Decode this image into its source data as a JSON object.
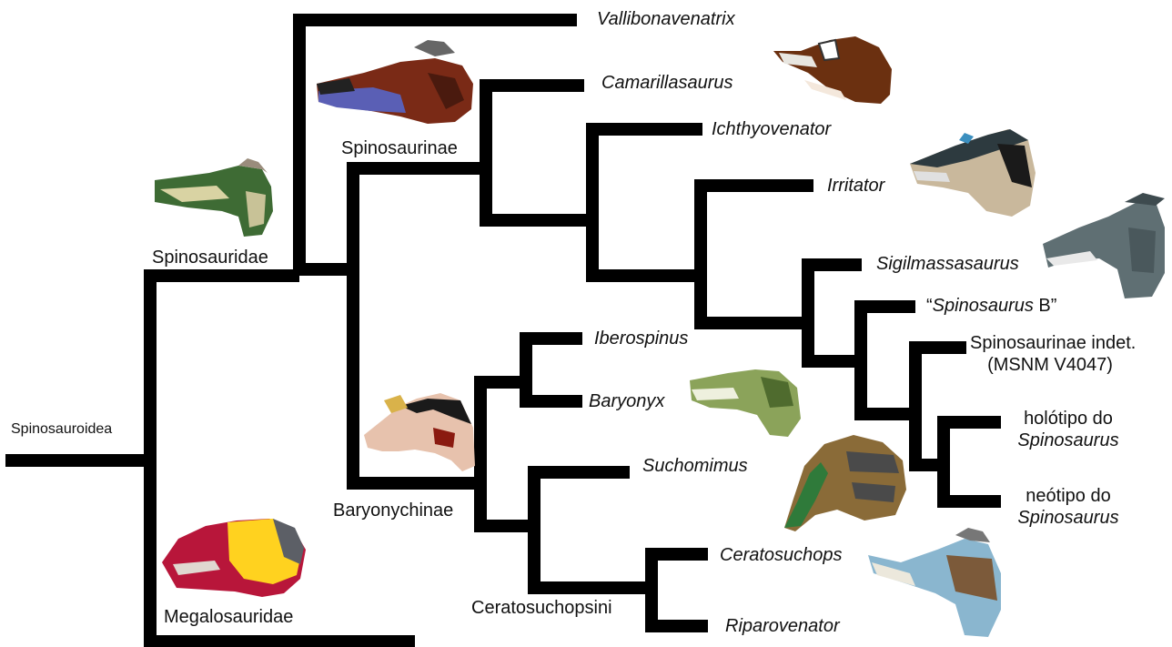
{
  "clades": {
    "spinosauroidea": "Spinosauroidea",
    "spinosauridae": "Spinosauridae",
    "spinosaurinae": "Spinosaurinae",
    "baryonychinae": "Baryonychinae",
    "ceratosuchopsini": "Ceratosuchopsini",
    "megalosauridae": "Megalosauridae"
  },
  "taxa": {
    "vallibonavenatrix": "Vallibonavenatrix",
    "camarillasaurus": "Camarillasaurus",
    "ichthyovenator": "Ichthyovenator",
    "irritator": "Irritator",
    "sigilmassasaurus": "Sigilmassasaurus",
    "spinosaurus_b_open": "“",
    "spinosaurus_b_name": "Spinosaurus",
    "spinosaurus_b_close": " B”",
    "msnm_line1": "Spinosaurinae indet.",
    "msnm_line2": "(MSNM V4047)",
    "holotype_line1": "holótipo do",
    "holotype_line2": "Spinosaurus",
    "neotype_line1": "neótipo do",
    "neotype_line2": "Spinosaurus",
    "iberospinus": "Iberospinus",
    "baryonyx": "Baryonyx",
    "suchomimus": "Suchomimus",
    "ceratosuchops": "Ceratosuchops",
    "riparovenator": "Riparovenator"
  },
  "colors": {
    "branch": "#000000",
    "text": "#111111"
  },
  "icons": [
    "spinosauridae-head-icon",
    "spinosaurinae-head-icon",
    "megalosauridae-head-icon",
    "baryonychinae-body-icon",
    "camarillasaurus-head-icon",
    "irritator-head-icon",
    "sigilmassasaurus-head-icon",
    "baryonyx-head-icon",
    "suchomimus-head-icon",
    "ceratosuchops-head-icon"
  ]
}
